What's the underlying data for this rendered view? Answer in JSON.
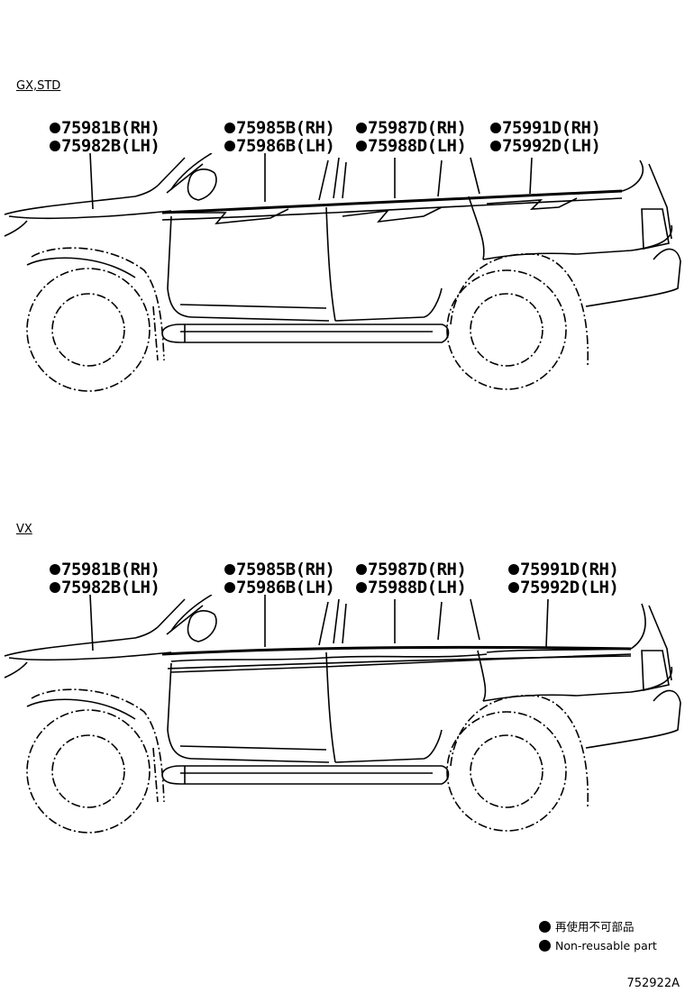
{
  "legend": {
    "items": [
      {
        "label": "再使用不可部品"
      },
      {
        "label": "Non-reusable part"
      }
    ]
  },
  "figure_number": "752922A",
  "diagrams": [
    {
      "variant": "GX,STD",
      "labels": [
        {
          "rh": "75981B(RH)",
          "lh": "75982B(LH)"
        },
        {
          "rh": "75985B(RH)",
          "lh": "75986B(LH)"
        },
        {
          "rh": "75987D(RH)",
          "lh": "75988D(LH)"
        },
        {
          "rh": "75991D(RH)",
          "lh": "75992D(LH)"
        }
      ]
    },
    {
      "variant": "VX",
      "labels": [
        {
          "rh": "75981B(RH)",
          "lh": "75982B(LH)"
        },
        {
          "rh": "75985B(RH)",
          "lh": "75986B(LH)"
        },
        {
          "rh": "75987D(RH)",
          "lh": "75988D(LH)"
        },
        {
          "rh": "75991D(RH)",
          "lh": "75992D(LH)"
        }
      ]
    }
  ]
}
